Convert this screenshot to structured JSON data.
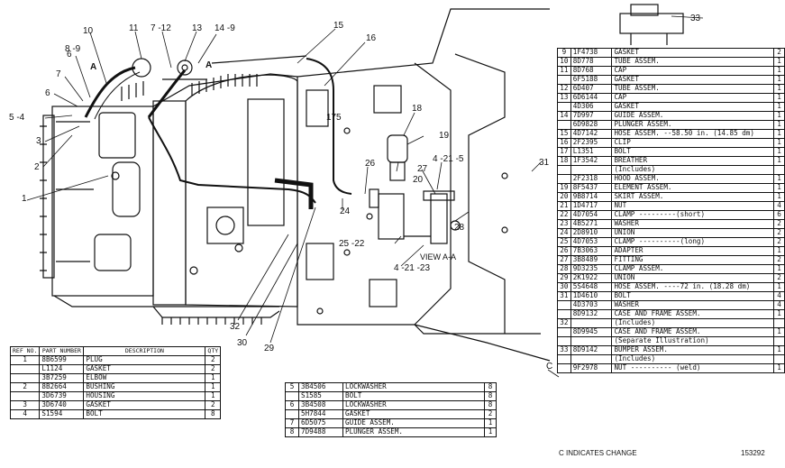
{
  "callouts": {
    "c1": "1",
    "c2": "2",
    "c3": "3",
    "c4": "5 -4",
    "c5": "6",
    "c6": "7",
    "c7": "6",
    "c8": "8 -9",
    "c9": "A",
    "c10": "10",
    "c11": "11",
    "c12": "7 -12",
    "c13": "13",
    "c14": "14 -9",
    "c15": "A",
    "c16": "15",
    "c17": "16",
    "c18": "17",
    "c19": "5",
    "c20": "18",
    "c21": "19",
    "c22": "20",
    "c23": "26",
    "c24": "27",
    "c25": "24",
    "c26": "4 -21 -5",
    "c27": "28",
    "c28": "31",
    "c29": "33",
    "c30": "25 -22",
    "c31": "4 -21 -23",
    "c32": "VIEW A-A",
    "c33": "32",
    "c34": "30",
    "c35": "29",
    "c36": "C"
  },
  "tables": {
    "left": {
      "headers": [
        "REF NO.",
        "PART NUMBER",
        "DESCRIPTION",
        "QTY"
      ],
      "rows": [
        {
          "ref": "1",
          "part": "8B6599",
          "desc": "PLUG",
          "qty": "2"
        },
        {
          "ref": "",
          "part": "L1124",
          "desc": "GASKET",
          "qty": "2"
        },
        {
          "ref": "",
          "part": "3B7259",
          "desc": "ELBOW",
          "qty": "1"
        },
        {
          "ref": "2",
          "part": "8B2664",
          "desc": "BUSHING",
          "qty": "1"
        },
        {
          "ref": "",
          "part": "3D6739",
          "desc": "HOUSING",
          "qty": "1"
        },
        {
          "ref": "3",
          "part": "3D6740",
          "desc": "GASKET",
          "qty": "2"
        },
        {
          "ref": "4",
          "part": "S1594",
          "desc": "BOLT",
          "qty": "8"
        }
      ]
    },
    "middle": {
      "rows": [
        {
          "ref": "5",
          "part": "3B4506",
          "desc": "LOCKWASHER",
          "qty": "8"
        },
        {
          "ref": "",
          "part": "S1585",
          "desc": "BOLT",
          "qty": "8"
        },
        {
          "ref": "6",
          "part": "3B4508",
          "desc": "LOCKWASHER",
          "qty": "8"
        },
        {
          "ref": "",
          "part": "5H7844",
          "desc": "GASKET",
          "qty": "2"
        },
        {
          "ref": "7",
          "part": "6D5075",
          "desc": "GUIDE ASSEM.",
          "qty": "1"
        },
        {
          "ref": "8",
          "part": "7D9488",
          "desc": "PLUNGER ASSEM.",
          "qty": "1"
        }
      ]
    },
    "right": {
      "rows": [
        {
          "ref": "9",
          "part": "1F4738",
          "desc": "GASKET",
          "qty": "2"
        },
        {
          "ref": "10",
          "part": "8D778",
          "desc": "TUBE ASSEM.",
          "qty": "1"
        },
        {
          "ref": "11",
          "part": "8D768",
          "desc": "CAP",
          "qty": "1"
        },
        {
          "ref": "",
          "part": "6F5188",
          "desc": "GASKET",
          "qty": "1"
        },
        {
          "ref": "12",
          "part": "6D407",
          "desc": "TUBE ASSEM.",
          "qty": "1"
        },
        {
          "ref": "13",
          "part": "6D6144",
          "desc": "CAP",
          "qty": "1"
        },
        {
          "ref": "",
          "part": "4D306",
          "desc": "GASKET",
          "qty": "1"
        },
        {
          "ref": "14",
          "part": "7D997",
          "desc": "GUIDE ASSEM.",
          "qty": "1"
        },
        {
          "ref": "",
          "part": "6D9828",
          "desc": "PLUNGER ASSEM.",
          "qty": "1"
        },
        {
          "ref": "15",
          "part": "4D7142",
          "desc": "HOSE ASSEM. --58.50 in. (14.85 dm)",
          "qty": "1"
        },
        {
          "ref": "16",
          "part": "2F2395",
          "desc": "CLIP",
          "qty": "1"
        },
        {
          "ref": "17",
          "part": "L1351",
          "desc": "BOLT",
          "qty": "1"
        },
        {
          "ref": "18",
          "part": "1F3542",
          "desc": "BREATHER",
          "qty": "1"
        },
        {
          "ref": "",
          "part": "",
          "desc": "(Includes)",
          "qty": ""
        },
        {
          "ref": "",
          "part": "2F2318",
          "desc": "  HOOD ASSEM.",
          "qty": "1"
        },
        {
          "ref": "19",
          "part": "8F5437",
          "desc": "  ELEMENT ASSEM.",
          "qty": "1"
        },
        {
          "ref": "20",
          "part": "9B8714",
          "desc": "  SKIRT ASSEM.",
          "qty": "1"
        },
        {
          "ref": "21",
          "part": "1D4717",
          "desc": "NUT",
          "qty": "4"
        },
        {
          "ref": "22",
          "part": "4D7054",
          "desc": "CLAMP ---------(short)",
          "qty": "6"
        },
        {
          "ref": "23",
          "part": "4B5271",
          "desc": "WASHER",
          "qty": "2"
        },
        {
          "ref": "24",
          "part": "2D8910",
          "desc": "UNION",
          "qty": "2"
        },
        {
          "ref": "25",
          "part": "4D7053",
          "desc": "CLAMP ----------(long)",
          "qty": "2"
        },
        {
          "ref": "26",
          "part": "7B3063",
          "desc": "ADAPTER",
          "qty": "1"
        },
        {
          "ref": "27",
          "part": "3B8489",
          "desc": "FITTING",
          "qty": "2"
        },
        {
          "ref": "28",
          "part": "9D3235",
          "desc": "CLAMP ASSEM.",
          "qty": "1"
        },
        {
          "ref": "29",
          "part": "2K1922",
          "desc": "UNION",
          "qty": "2"
        },
        {
          "ref": "30",
          "part": "5S4648",
          "desc": "HOSE ASSEM. ----72 in. (18.28 dm)",
          "qty": "1"
        },
        {
          "ref": "31",
          "part": "1D4610",
          "desc": "BOLT",
          "qty": "4"
        },
        {
          "ref": "",
          "part": "4D3703",
          "desc": "WASHER",
          "qty": "4"
        },
        {
          "ref": "",
          "part": "8D9132",
          "desc": "CASE AND FRAME ASSEM.",
          "qty": "1"
        },
        {
          "ref": "32",
          "part": "",
          "desc": "(Includes)",
          "qty": ""
        },
        {
          "ref": "",
          "part": "8D9945",
          "desc": "CASE AND FRAME ASSEM.",
          "qty": "1"
        },
        {
          "ref": "",
          "part": "",
          "desc": "(Separate Illustration)",
          "qty": ""
        },
        {
          "ref": "33",
          "part": "8D9142",
          "desc": "BUMPER ASSEM.",
          "qty": "1"
        },
        {
          "ref": "",
          "part": "",
          "desc": "(Includes)",
          "qty": ""
        },
        {
          "ref": "",
          "part": "9F2978",
          "desc": "  NUT ---------- (weld)",
          "qty": "1"
        }
      ]
    }
  },
  "footer": {
    "change_note": "C INDICATES CHANGE",
    "illustration_number": "153292"
  }
}
